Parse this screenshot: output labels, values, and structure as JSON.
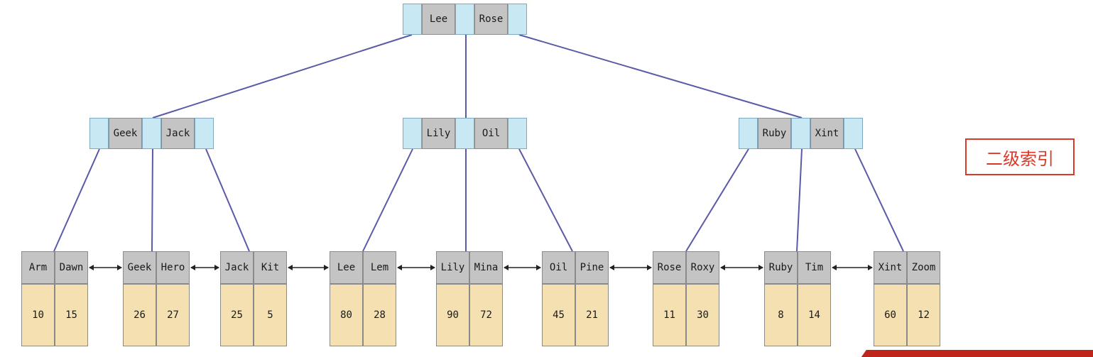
{
  "root": {
    "keys": [
      "Lee",
      "Rose"
    ]
  },
  "internal": [
    {
      "keys": [
        "Geek",
        "Jack"
      ]
    },
    {
      "keys": [
        "Lily",
        "Oil"
      ]
    },
    {
      "keys": [
        "Ruby",
        "Xint"
      ]
    }
  ],
  "leaves": [
    {
      "keys": [
        "Arm",
        "Dawn"
      ],
      "values": [
        "10",
        "15"
      ]
    },
    {
      "keys": [
        "Geek",
        "Hero"
      ],
      "values": [
        "26",
        "27"
      ]
    },
    {
      "keys": [
        "Jack",
        "Kit"
      ],
      "values": [
        "25",
        "5"
      ]
    },
    {
      "keys": [
        "Lee",
        "Lem"
      ],
      "values": [
        "80",
        "28"
      ]
    },
    {
      "keys": [
        "Lily",
        "Mina"
      ],
      "values": [
        "90",
        "72"
      ]
    },
    {
      "keys": [
        "Oil",
        "Pine"
      ],
      "values": [
        "45",
        "21"
      ]
    },
    {
      "keys": [
        "Rose",
        "Roxy"
      ],
      "values": [
        "11",
        "30"
      ]
    },
    {
      "keys": [
        "Ruby",
        "Tim"
      ],
      "values": [
        "8",
        "14"
      ]
    },
    {
      "keys": [
        "Xint",
        "Zoom"
      ],
      "values": [
        "60",
        "12"
      ]
    }
  ],
  "label": "二级索引",
  "colors": {
    "pointer": "#c8e8f4",
    "key": "#c4c4c4",
    "value": "#f4e0b0",
    "edge": "#5a5aa8",
    "accent": "#d93a2a"
  }
}
